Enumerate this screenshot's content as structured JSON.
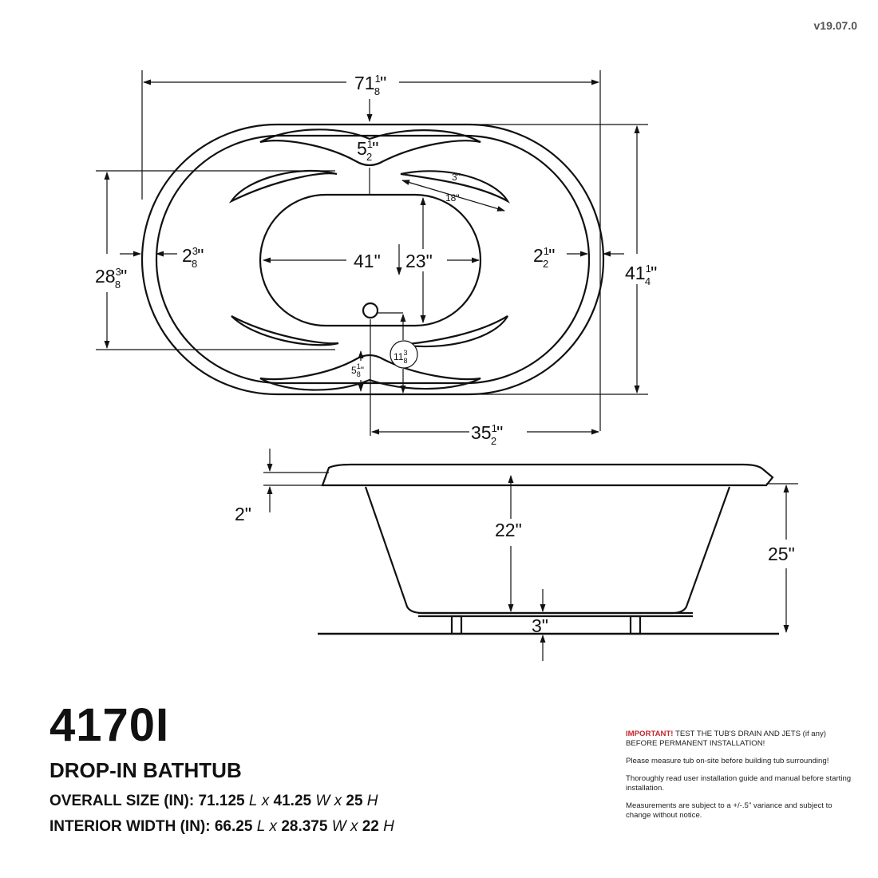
{
  "version": "v19.07.0",
  "model": "4170I",
  "product_type": "DROP-IN BATHTUB",
  "overall": {
    "label": "OVERALL SIZE (IN):",
    "length": "71.125",
    "width": "41.25",
    "height": "25",
    "L": "L",
    "W": "W",
    "H": "H",
    "x": "x"
  },
  "interior": {
    "label": "INTERIOR WIDTH (IN):",
    "length": "66.25",
    "width": "28.375",
    "height": "22",
    "L": "L",
    "W": "W",
    "H": "H",
    "x": "x"
  },
  "notes": {
    "important_label": "IMPORTANT!",
    "important_text": " TEST THE TUB'S DRAIN AND JETS (if any) BEFORE PERMANENT INSTALLATION!",
    "measure": "Please measure tub on-site before building tub surrounding!",
    "read": "Thoroughly read user installation guide and manual before starting installation.",
    "variance": "Measurements are subject to a +/-.5\" variance and subject to change without notice."
  },
  "dimensions": {
    "top_length": {
      "whole": "71",
      "num": "1",
      "den": "8",
      "unit": "\""
    },
    "top_rim": {
      "whole": "5",
      "num": "1",
      "den": "2",
      "unit": "\""
    },
    "armrest_width": "3\"",
    "armrest_length": "18\"",
    "left_rim": {
      "whole": "2",
      "num": "3",
      "den": "8",
      "unit": "\""
    },
    "right_rim": {
      "whole": "2",
      "num": "1",
      "den": "2",
      "unit": "\""
    },
    "interior_length": "41\"",
    "interior_width": "23\"",
    "left_width": {
      "whole": "28",
      "num": "3",
      "den": "8",
      "unit": "\""
    },
    "overall_width": {
      "whole": "41",
      "num": "1",
      "den": "4",
      "unit": "\""
    },
    "bottom_rim": {
      "whole": "5",
      "num": "1",
      "den": "8",
      "unit": "\""
    },
    "drain_offset": {
      "whole": "11",
      "num": "3",
      "den": "8"
    },
    "drain_center": {
      "whole": "35",
      "num": "1",
      "den": "2",
      "unit": "\""
    },
    "lip_height": "2\"",
    "interior_depth": "22\"",
    "total_height": "25\"",
    "base_height": "3\""
  }
}
